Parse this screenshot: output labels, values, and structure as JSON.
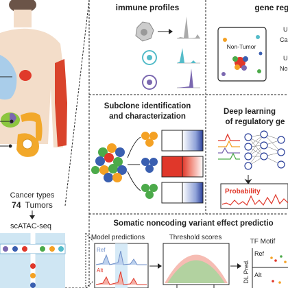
{
  "left": {
    "cancer_types_label": "Cancer types",
    "tumor_count": "74",
    "tumors_word": "Tumors",
    "assay": "scATAC-seq"
  },
  "panels": {
    "immune": {
      "title": "immune profiles"
    },
    "gene_reg": {
      "title": "gene regula",
      "nontumor_label": "Non-Tumor",
      "side_text": [
        "U",
        "Ca",
        "U",
        "No"
      ]
    },
    "subclone": {
      "title_line1": "Subclone identification",
      "title_line2": "and characterization"
    },
    "deep_learning": {
      "title_line1": "Deep learning",
      "title_line2": "of regulatory ge",
      "probability_label": "Probability"
    },
    "variant": {
      "title": "Somatic noncoding variant effect predictio",
      "model_predictions": "Model predictions",
      "threshold_scores": "Threshold scores",
      "ref": "Ref",
      "alt": "Alt",
      "tf_motif": "TF Motif",
      "dl_pred": "DL Pred.",
      "ref2": "Ref",
      "alt2": "Alt"
    }
  },
  "colors": {
    "skin": "#f3ddc9",
    "arm_red": "#d9432b",
    "lung_blue": "#a9cdea",
    "heart_red": "#e03a2a",
    "intestine_orange": "#f2a82a",
    "organ_green": "#8cc63f",
    "purple": "#7b68b0",
    "teal": "#55bcc9",
    "blue": "#3a5fb0",
    "green": "#4caa4a",
    "orange": "#f4a124",
    "red": "#e0372a",
    "dark": "#222222"
  }
}
